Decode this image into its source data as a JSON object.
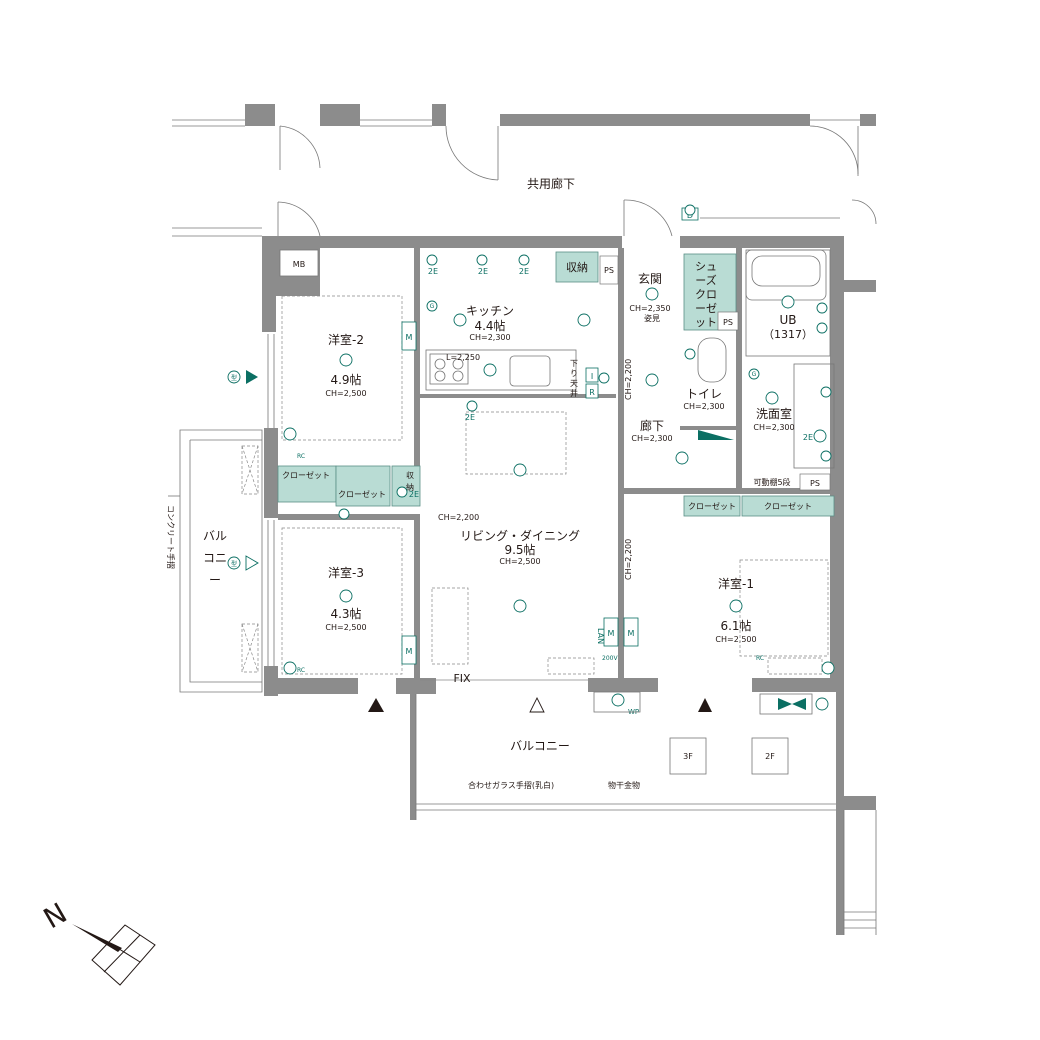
{
  "corridor": {
    "label": "共用廊下"
  },
  "mb": {
    "label": "MB"
  },
  "ps_labels": [
    "PS",
    "PS",
    "PS"
  ],
  "rooms": {
    "kitchen": {
      "name": "キッチン",
      "size": "4.4帖",
      "ch": "CH=2,300",
      "lch": "L=2,250"
    },
    "storage_top": {
      "label": "収納"
    },
    "entrance": {
      "name": "玄関",
      "ch": "CH=2,350",
      "note": "姿見"
    },
    "shoe_closet": {
      "line1": "シュ",
      "line2": "ーズ",
      "line3": "クロ",
      "line4": "ーゼ",
      "line5": "ット"
    },
    "ub": {
      "name": "UB",
      "size": "（1317）"
    },
    "western2": {
      "name": "洋室-2",
      "size": "4.9帖",
      "ch": "CH=2,500"
    },
    "toilet": {
      "name": "トイレ",
      "ch": "CH=2,300"
    },
    "washroom": {
      "name": "洗面室",
      "ch": "CH=2,300"
    },
    "hallway": {
      "name": "廊下",
      "ch": "CH=2,300"
    },
    "dropceiling": {
      "line1": "下",
      "line2": "り",
      "line3": "天",
      "line4": "井"
    },
    "ch2200_a": "CH=2,200",
    "ch2200_b": "CH=2,200",
    "ch2200_c": "CH=2,200",
    "shelf": {
      "label": "可動棚5段"
    },
    "living": {
      "name": "リビング・ダイニング",
      "size": "9.5帖",
      "ch": "CH=2,500"
    },
    "western3": {
      "name": "洋室-3",
      "size": "4.3帖",
      "ch": "CH=2,500"
    },
    "western1": {
      "name": "洋室-1",
      "size": "6.1帖",
      "ch": "CH=2,500"
    },
    "storage_mid": {
      "line1": "収",
      "line2": "納"
    }
  },
  "closets": [
    "クローゼット",
    "クローゼット",
    "クローゼット",
    "クローゼット"
  ],
  "balcony_side": {
    "line1": "バル",
    "line2": "コニ",
    "line3": "ー"
  },
  "balcony_bottom": {
    "label": "バルコニー"
  },
  "concrete_rail": "コンクリート手摺",
  "glass_rail": "合わせガラス手摺(乳白)",
  "dryer": "物干金物",
  "fix": "FIX",
  "floor_marks": {
    "f3": "3F",
    "f2": "2F"
  },
  "symbols": {
    "m": "M",
    "e2": "2E",
    "g": "G",
    "d": "D",
    "i": "I",
    "r": "R",
    "rc": "RC",
    "wp": "WP",
    "v200": "200V",
    "lan": "LAN",
    "kata": "型",
    "e": "E"
  },
  "compass": {
    "north": "N"
  },
  "colors": {
    "accent": "#0b6f63",
    "fill": "#b9dcd4",
    "wall": "#8c8c8c"
  }
}
